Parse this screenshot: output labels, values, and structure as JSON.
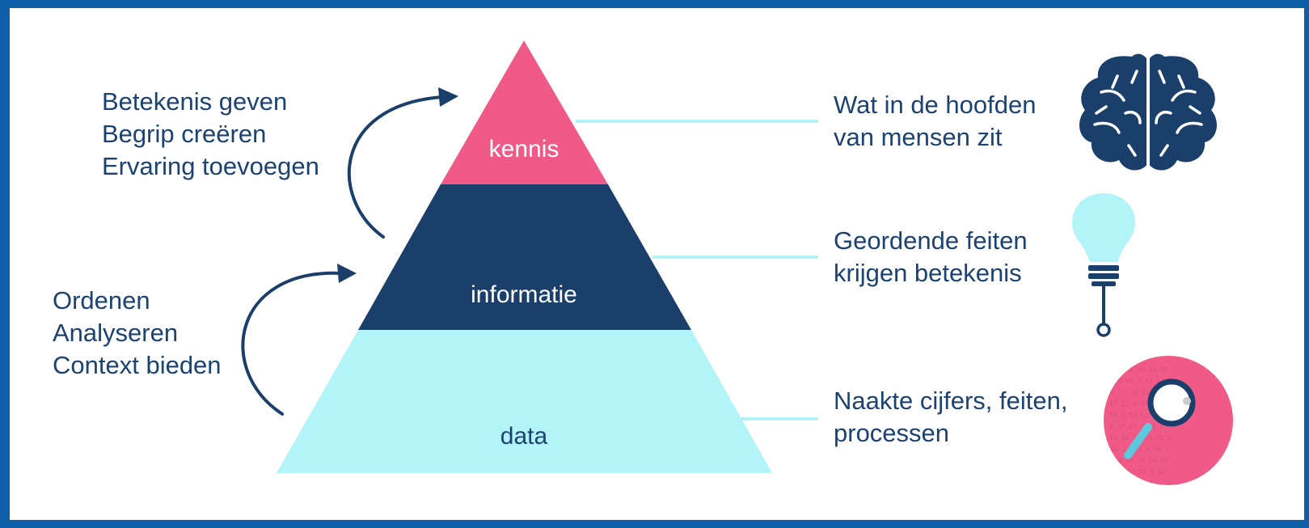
{
  "colors": {
    "frame": "#0d5fa8",
    "kennis": "#ef5a89",
    "informatie": "#1b3f6b",
    "data": "#b3f4f9",
    "connector": "#b3f4f9",
    "text": "#1b4270"
  },
  "pyramid": {
    "kennis": "kennis",
    "informatie": "informatie",
    "data": "data"
  },
  "processes": {
    "upper": [
      "Betekenis geven",
      "Begrip creëren",
      "Ervaring toevoegen"
    ],
    "lower": [
      "Ordenen",
      "Analyseren",
      "Context bieden"
    ]
  },
  "descriptions": {
    "kennis": [
      "Wat in de hoofden",
      "van mensen zit"
    ],
    "informatie": [
      "Geordende feiten",
      "krijgen betekenis"
    ],
    "data": [
      "Naakte cijfers, feiten,",
      "processen"
    ]
  },
  "icons": {
    "kennis": "brain-icon",
    "informatie": "lightbulb-icon",
    "data": "magnifier-numbers-icon"
  }
}
